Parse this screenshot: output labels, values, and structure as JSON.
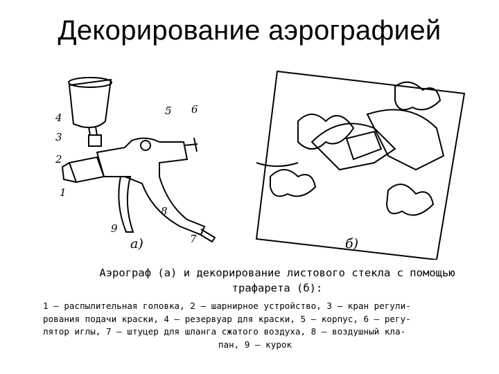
{
  "slide": {
    "title": "Декорирование аэрографией"
  },
  "figure": {
    "panel_a_label": "а)",
    "panel_b_label": "б)",
    "part_numbers": [
      "1",
      "2",
      "3",
      "4",
      "5",
      "6",
      "7",
      "8",
      "9"
    ]
  },
  "caption": {
    "title_line1": "Аэрограф (а) и декорирование листового стекла с помощью",
    "title_line2": "трафарета (б):",
    "body_lines": [
      "1 — распылительная головка, 2 — шарнирное устройство, 3 — кран регули-",
      "рования подачи краски, 4 — резервуар для краски, 5 — корпус, 6 — регу-",
      "лятор иглы, 7 — штуцер для шланга сжатого воздуха, 8 — воздушный кла-",
      "пан, 9 — курок"
    ]
  }
}
